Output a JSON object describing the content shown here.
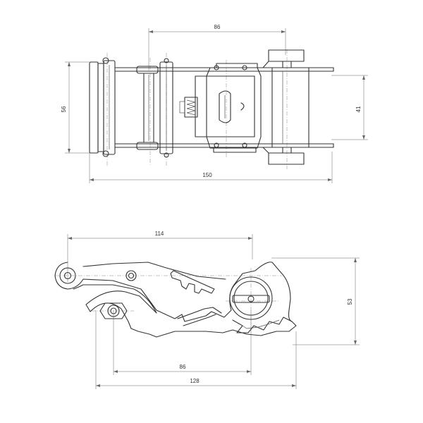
{
  "top_view": {
    "dim_inner_width": "86",
    "dim_height": "56",
    "dim_strap_width": "41",
    "dim_total_length": "150"
  },
  "side_view": {
    "dim_length": "114",
    "dim_height": "53",
    "dim_pin_distance": "86",
    "dim_total_length": "128"
  }
}
